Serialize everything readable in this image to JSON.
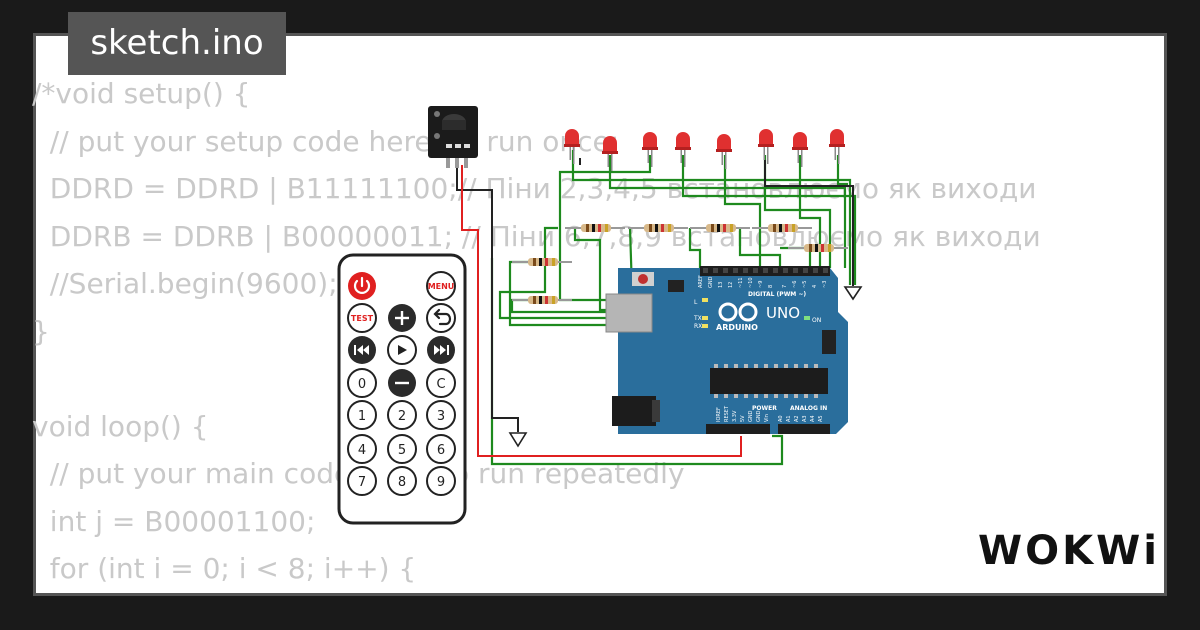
{
  "header": {
    "title": "sketch.ino"
  },
  "code_lines": [
    "/*void setup() {",
    "  // put your setup code here, to run once:",
    "  DDRD = DDRD | B11111100;// Піни 2,3,4,5 встановлюємо як виходи",
    "  DDRB = DDRB | B00000011; // Піни 6,7,8,9 встановлюємо як виходи",
    "  //Serial.begin(9600);",
    "}",
    "",
    "void loop() {",
    "  // put your main code here, to run repeatedly",
    "  int j = B00001100;",
    "  for (int i = 0; i < 8; i++) {"
  ],
  "remote": {
    "power_icon": "power-icon",
    "menu_label": "MENU",
    "test_label": "TEST",
    "plus_icon": "plus-icon",
    "back_icon": "back-arrow-icon",
    "prev_icon": "rewind-icon",
    "play_icon": "play-icon",
    "next_icon": "fast-forward-icon",
    "zero_label": "0",
    "minus_icon": "minus-icon",
    "c_label": "C",
    "digits": [
      "1",
      "2",
      "3",
      "4",
      "5",
      "6",
      "7",
      "8",
      "9"
    ]
  },
  "arduino": {
    "brand": "ARDUINO",
    "model": "UNO",
    "digital_label": "DIGITAL (PWM ~)",
    "power_label": "POWER",
    "analog_label": "ANALOG IN",
    "on_label": "ON",
    "tx_label": "TX",
    "rx_label": "RX",
    "l_label": "L"
  },
  "brand_logo": {
    "text": "WOKWi"
  },
  "colors": {
    "background": "#1a1a1a",
    "card": "#ffffff",
    "code_text": "#c9c9c9",
    "tag_bg": "#555555",
    "wire_green": "#1e8a1e",
    "wire_red": "#e02020",
    "arduino_blue": "#2a6e9c",
    "led_red": "#e03030"
  }
}
